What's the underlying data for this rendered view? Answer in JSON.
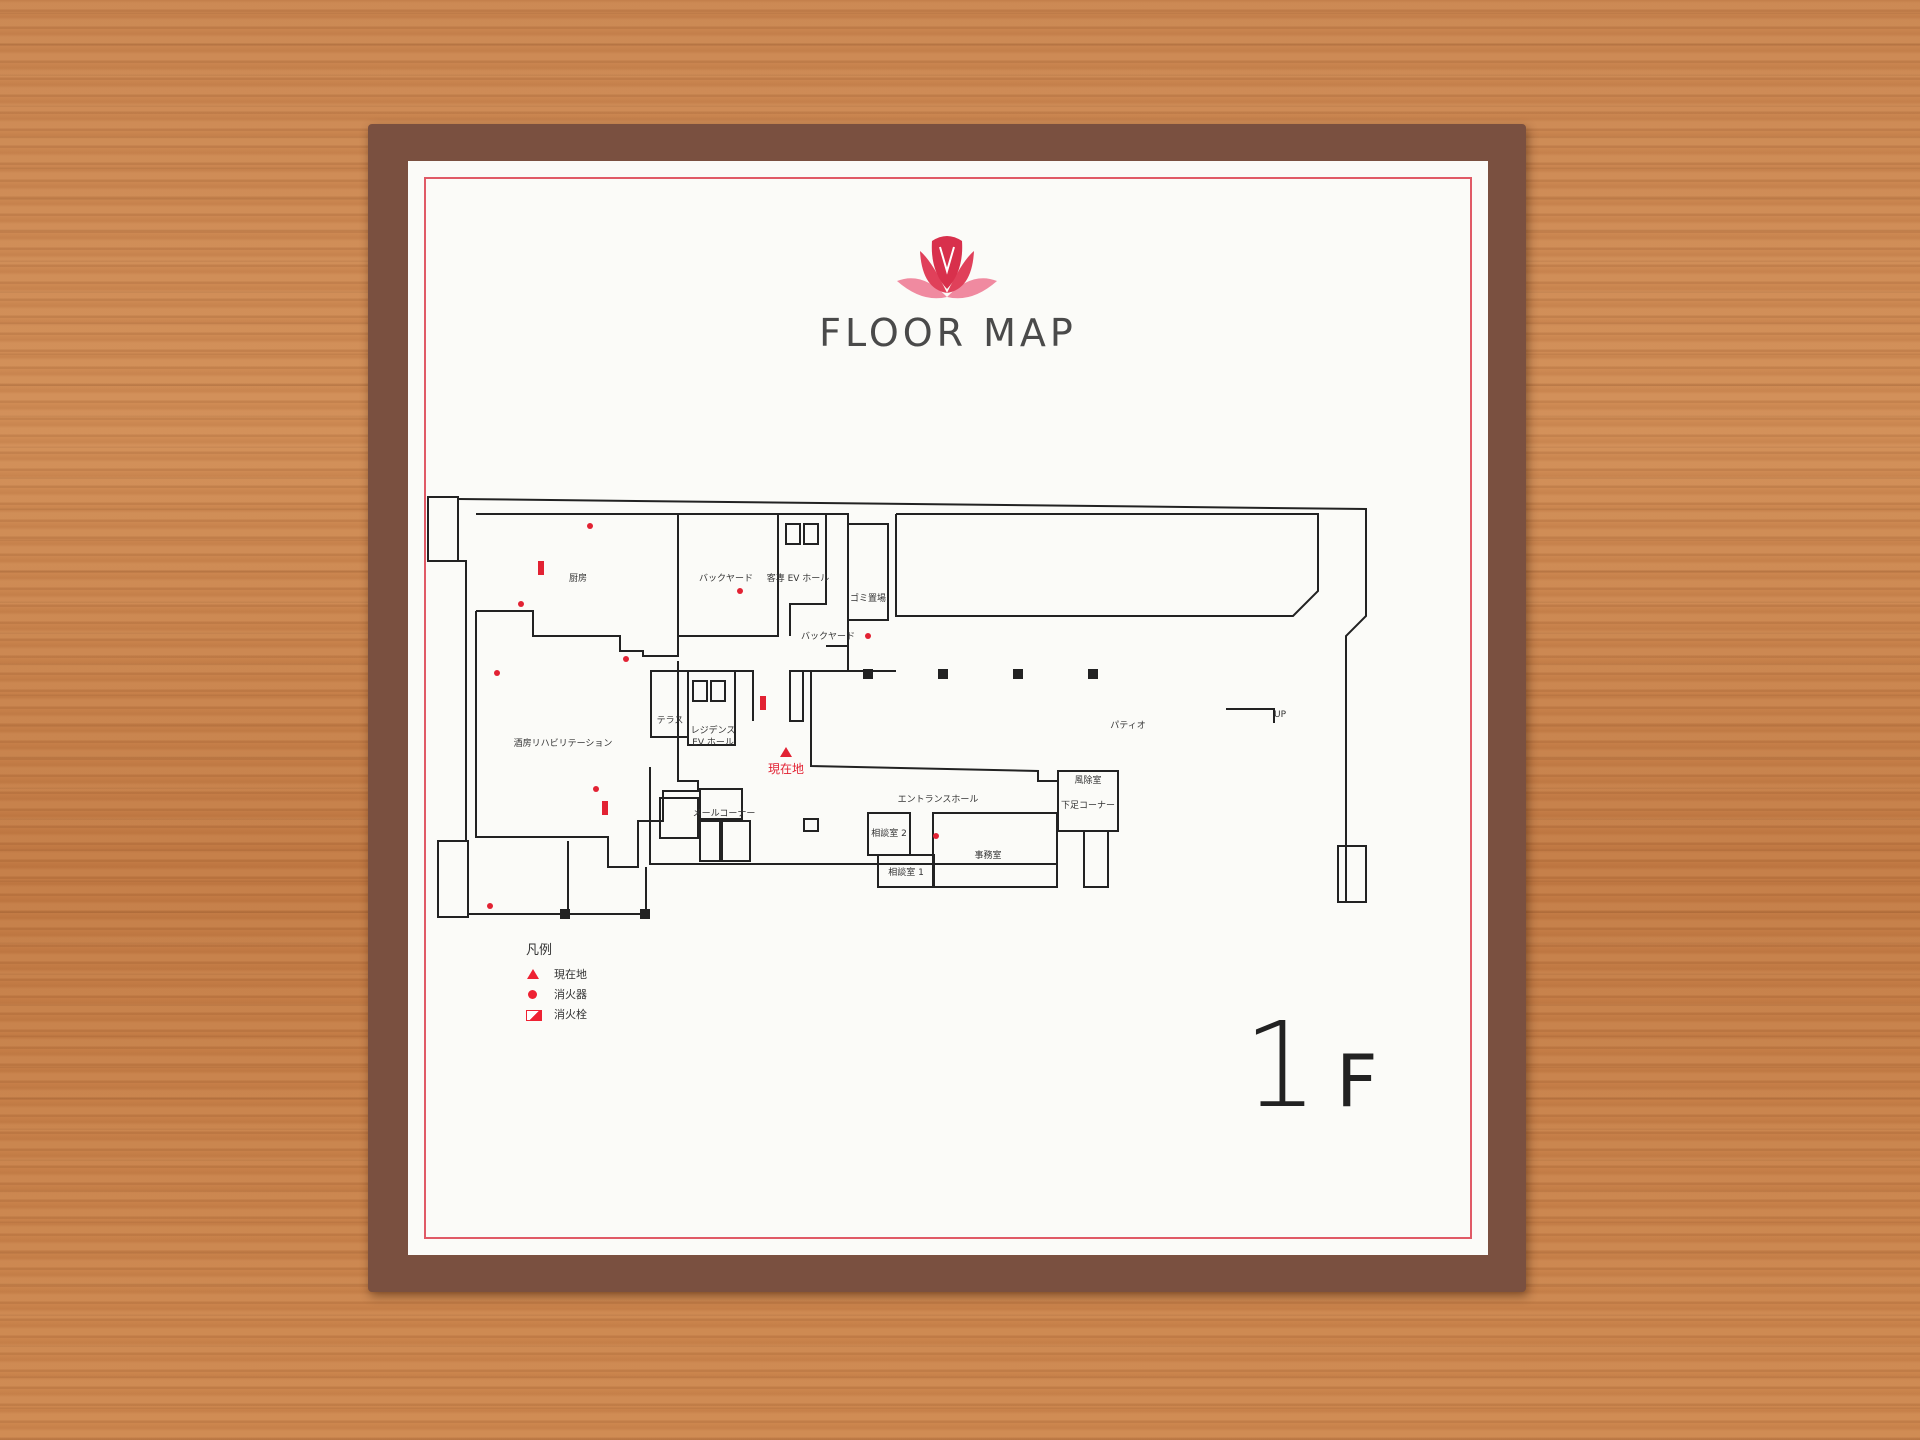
{
  "sign": {
    "title": "FLOOR MAP",
    "floor_number": "1",
    "floor_suffix": "F",
    "logo": "lotus-flower-logo",
    "colors": {
      "accent": "#e05a66",
      "frame": "#7a5040",
      "marker": "#e22233",
      "wood": "#c9844f"
    }
  },
  "rooms": {
    "kitchen": "厨房",
    "backyard_1": "バックヤード",
    "ev_hall_1": "客専 EV ホール",
    "trash": "ゴミ置場",
    "backyard_2": "バックヤード",
    "terrace": "テラス",
    "restaurant": "酒房リハビリテーション",
    "residence_ev_1": "レジデンス",
    "residence_ev_2": "EV ホール",
    "patio": "パティオ",
    "current_location_label": "現在地",
    "entrance_hall": "エントランスホール",
    "mail_corner": "メールコーナー",
    "wind_room": "風除室",
    "shoes_corner": "下足コーナー",
    "consult_2": "相談室 2",
    "consult_1": "相談室 1",
    "office": "事務室",
    "up": "UP"
  },
  "legend": {
    "title": "凡例",
    "items": [
      {
        "icon": "triangle-marker-icon",
        "label": "現在地"
      },
      {
        "icon": "dot-marker-icon",
        "label": "消火器"
      },
      {
        "icon": "hydrant-marker-icon",
        "label": "消火栓"
      }
    ]
  }
}
